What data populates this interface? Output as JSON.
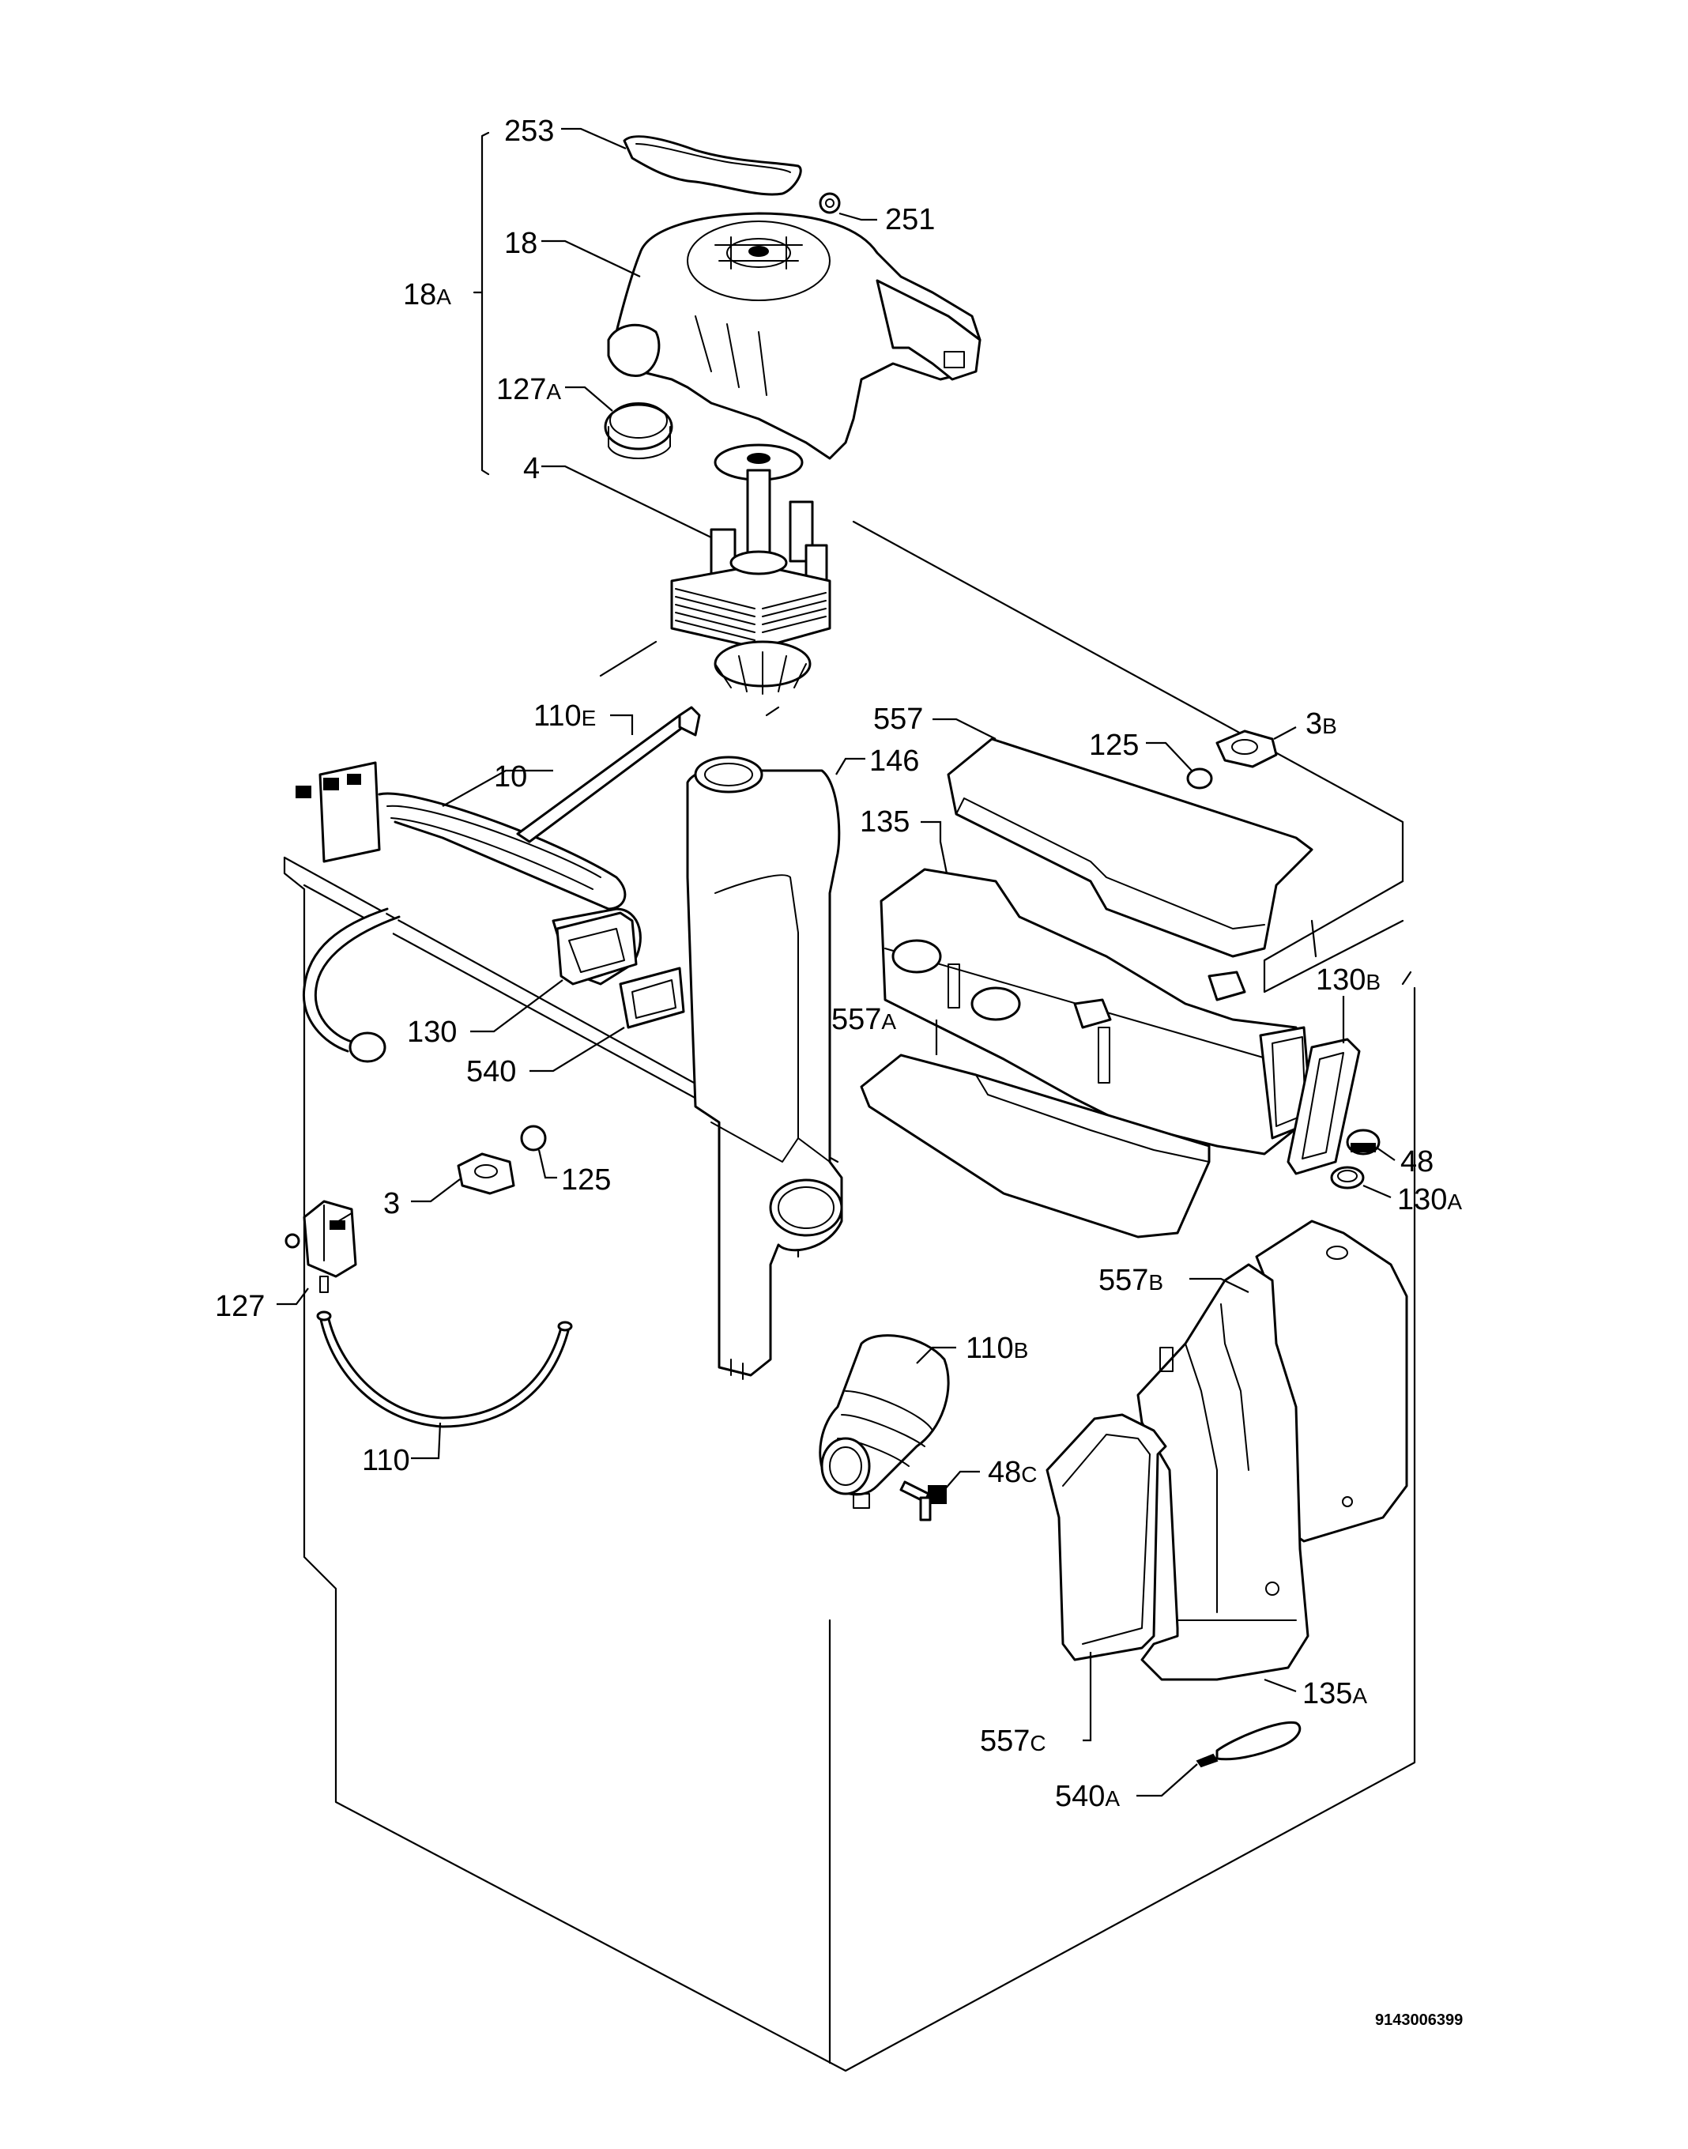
{
  "document_code": "9143006399",
  "labels": {
    "l253": {
      "num": "253",
      "suf": ""
    },
    "l251": {
      "num": "251",
      "suf": ""
    },
    "l18": {
      "num": "18",
      "suf": ""
    },
    "l18a": {
      "num": "18",
      "suf": "A"
    },
    "l127a": {
      "num": "127",
      "suf": "A"
    },
    "l4": {
      "num": "4",
      "suf": ""
    },
    "l110e": {
      "num": "110",
      "suf": "E"
    },
    "l10": {
      "num": "10",
      "suf": ""
    },
    "l146": {
      "num": "146",
      "suf": ""
    },
    "l557": {
      "num": "557",
      "suf": ""
    },
    "l125top": {
      "num": "125",
      "suf": ""
    },
    "l3b": {
      "num": "3",
      "suf": "B"
    },
    "l135": {
      "num": "135",
      "suf": ""
    },
    "l130": {
      "num": "130",
      "suf": ""
    },
    "l540": {
      "num": "540",
      "suf": ""
    },
    "l557a": {
      "num": "557",
      "suf": "A"
    },
    "l130b": {
      "num": "130",
      "suf": "B"
    },
    "l48": {
      "num": "48",
      "suf": ""
    },
    "l130a": {
      "num": "130",
      "suf": "A"
    },
    "l125": {
      "num": "125",
      "suf": ""
    },
    "l3": {
      "num": "3",
      "suf": ""
    },
    "l127": {
      "num": "127",
      "suf": ""
    },
    "l557b": {
      "num": "557",
      "suf": "B"
    },
    "l110b": {
      "num": "110",
      "suf": "B"
    },
    "l48c": {
      "num": "48",
      "suf": "C"
    },
    "l110": {
      "num": "110",
      "suf": ""
    },
    "l135a": {
      "num": "135",
      "suf": "A"
    },
    "l557c": {
      "num": "557",
      "suf": "C"
    },
    "l540a": {
      "num": "540",
      "suf": "A"
    }
  }
}
